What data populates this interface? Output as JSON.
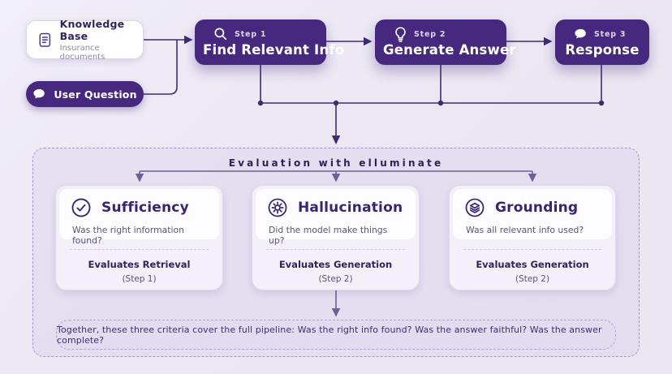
{
  "palette": {
    "background": "#ebe7f3",
    "primary_purple": "#46297e",
    "line_purple": "#3e2c6f",
    "card_background": "#f4f0f9",
    "inner_panel": "#fdfcff",
    "summary_fill": "#e2dcf0"
  },
  "sources": {
    "knowledge_base": {
      "title": "Knowledge Base",
      "subtitle": "Insurance documents",
      "icon": "document-icon"
    },
    "user_question": {
      "label": "User Question",
      "icon": "speech-bubble-icon"
    }
  },
  "pipeline": {
    "steps": [
      {
        "step_label": "Step 1",
        "title": "Find Relevant Info",
        "icon": "magnifier-icon"
      },
      {
        "step_label": "Step 2",
        "title": "Generate Answer",
        "icon": "lightbulb-icon"
      },
      {
        "step_label": "Step 3",
        "title": "Response",
        "icon": "speech-bubble-icon"
      }
    ]
  },
  "evaluation": {
    "title": "Evaluation with elluminate",
    "criteria": [
      {
        "title": "Sufficiency",
        "question": "Was the right information found?",
        "evaluates": "Evaluates Retrieval",
        "step": "(Step 1)",
        "icon": "check-circle-icon"
      },
      {
        "title": "Hallucination",
        "question": "Did the model make things up?",
        "evaluates": "Evaluates Generation",
        "step": "(Step 2)",
        "icon": "virus-circle-icon"
      },
      {
        "title": "Grounding",
        "question": "Was all relevant info used?",
        "evaluates": "Evaluates Generation",
        "step": "(Step 2)",
        "icon": "layers-circle-icon"
      }
    ],
    "summary": "Together, these three criteria cover the full pipeline: Was the right info found? Was the answer faithful? Was the answer complete?"
  }
}
